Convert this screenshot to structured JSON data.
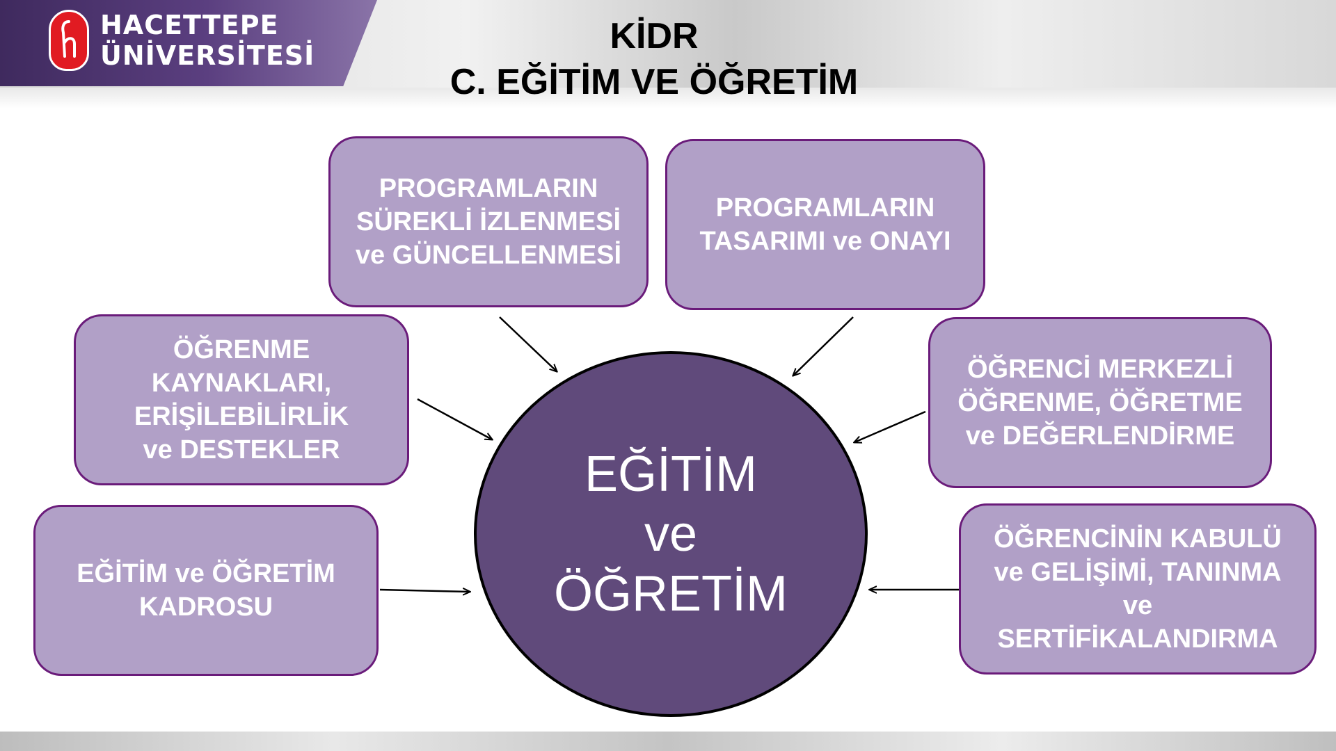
{
  "logo": {
    "line1": "HACETTEPE",
    "line2": "ÜNİVERSİTESİ"
  },
  "title": {
    "line1": "KİDR",
    "line2": "C. EĞİTİM VE ÖĞRETİM"
  },
  "center": {
    "lines": [
      "EĞİTİM",
      "ve",
      "ÖĞRETİM"
    ]
  },
  "boxes": {
    "continuous": [
      "PROGRAMLARIN",
      "SÜREKLİ İZLENMESİ",
      "ve GÜNCELLENMESİ"
    ],
    "design": [
      "PROGRAMLARIN",
      "TASARIMI ve ONAYI"
    ],
    "resources": [
      "ÖĞRENME",
      "KAYNAKLARI,",
      "ERİŞİLEBİLİRLİK",
      "ve DESTEKLER"
    ],
    "student_centered": [
      "ÖĞRENCİ MERKEZLİ",
      "ÖĞRENME, ÖĞRETME",
      "ve DEĞERLENDİRME"
    ],
    "staff": [
      "EĞİTİM ve ÖĞRETİM",
      "KADROSU"
    ],
    "admission": [
      "ÖĞRENCİNİN KABULÜ",
      "ve GELİŞİMİ, TANINMA",
      "ve",
      "SERTİFİKALANDIRMA"
    ]
  },
  "colors": {
    "box_fill": "#b1a0c7",
    "box_border": "#6a1b7a",
    "circle_fill": "#604a7b",
    "logo_band": "#4b3370",
    "logo_emblem": "#e11b22"
  }
}
